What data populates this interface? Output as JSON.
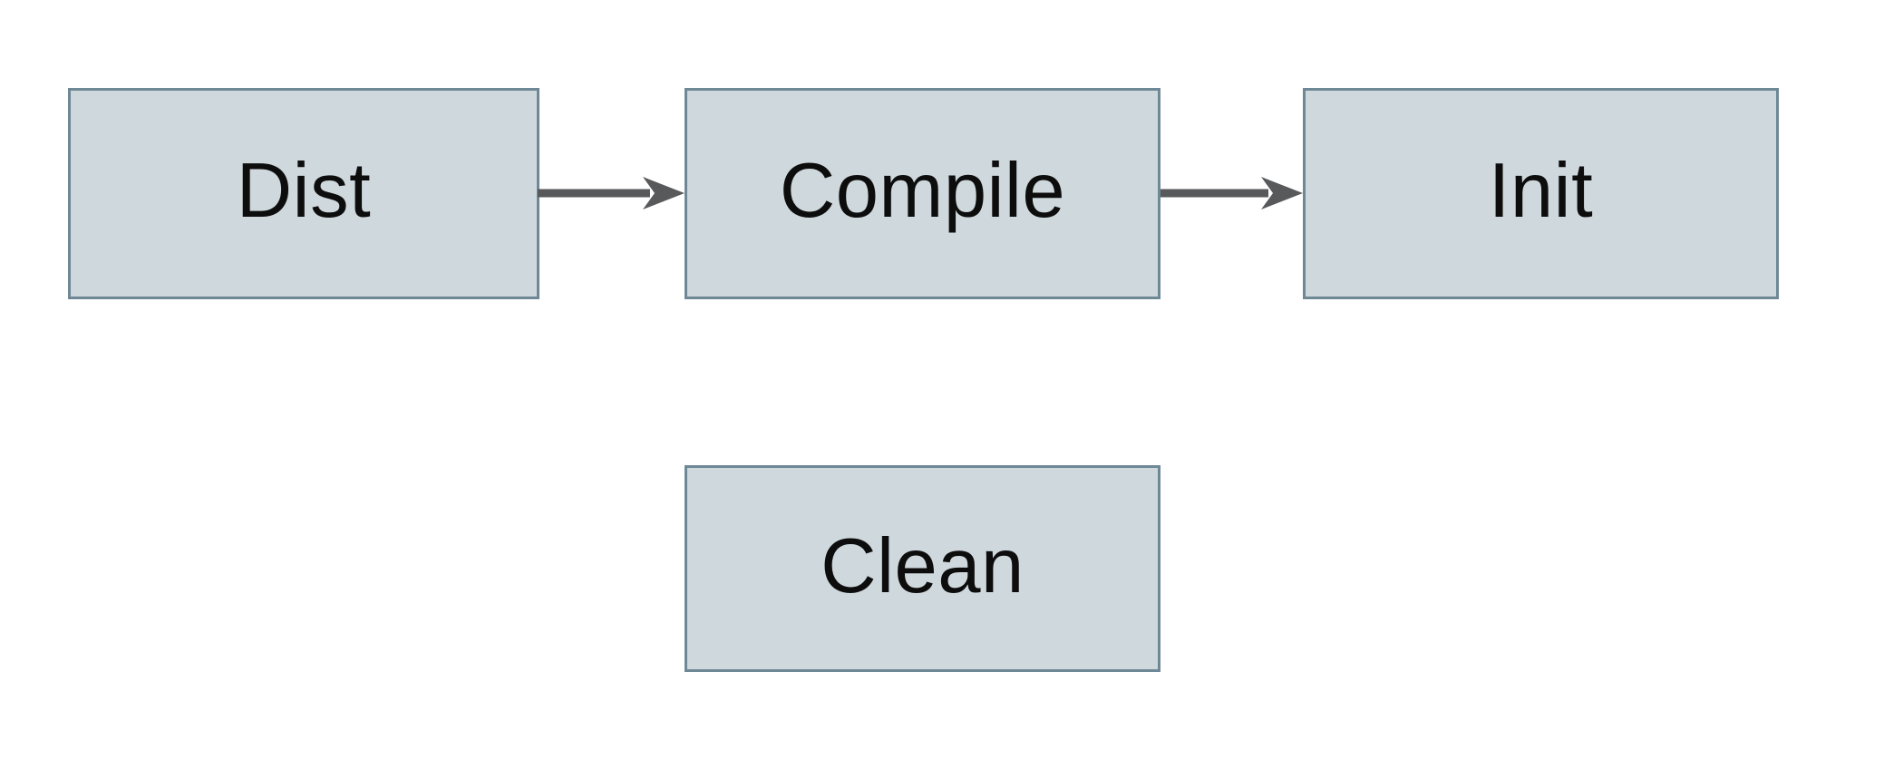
{
  "diagram": {
    "nodes": [
      {
        "id": "dist",
        "label": "Dist"
      },
      {
        "id": "compile",
        "label": "Compile"
      },
      {
        "id": "init",
        "label": "Init"
      },
      {
        "id": "clean",
        "label": "Clean"
      }
    ],
    "edges": [
      {
        "from": "dist",
        "to": "compile",
        "direction": "right"
      },
      {
        "from": "compile",
        "to": "init",
        "direction": "right"
      }
    ],
    "colors": {
      "background": "#ffffff",
      "node_fill": "#cfd8dc",
      "node_border": "#6e8896",
      "arrow": "#58595a",
      "text": "#0d0d0d"
    }
  }
}
